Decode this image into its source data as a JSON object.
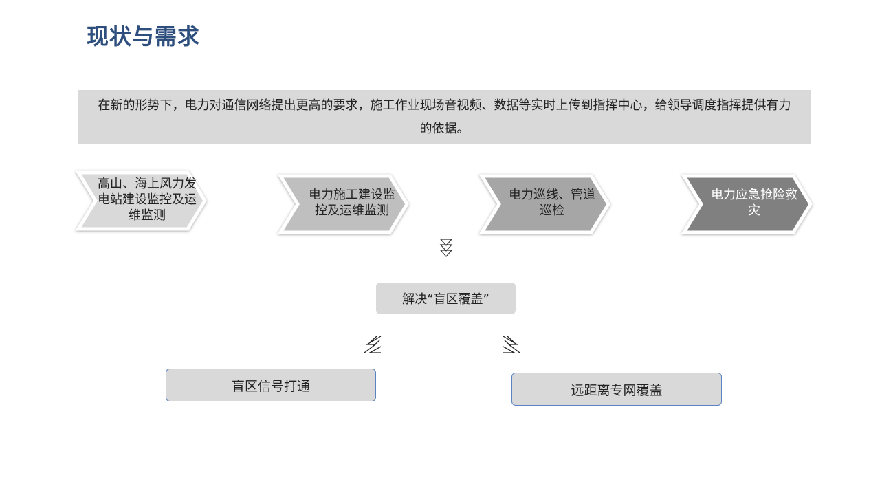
{
  "slide": {
    "title": "现状与需求",
    "intro": "在新的形势下，电力对通信网络提出更高的要求，施工作业现场音视频、数据等实时上传到指挥中心，给领导调度指挥提供有力的依据。",
    "scenarios": [
      {
        "label": "高山、海上风力发电站建设监控及运维监测",
        "fill": "#D9D9D9",
        "text_color": "#222222"
      },
      {
        "label": "电力施工建设监控及运维监测",
        "fill": "#BFBFBF",
        "text_color": "#222222"
      },
      {
        "label": "电力巡线、管道巡检",
        "fill": "#A6A6A6",
        "text_color": "#222222"
      },
      {
        "label": "电力应急抢险救灾",
        "fill": "#808080",
        "text_color": "#FFFFFF"
      }
    ],
    "solution": "解决“盲区覆盖”",
    "results": [
      "盲区信号打通",
      "远距离专网覆盖"
    ]
  },
  "colors": {
    "title": "#2E4F7E",
    "panel_gray": "#D9D9D9",
    "result_border": "#5B83C2"
  },
  "icons": {
    "flow_arrow": "double-chevron-down-icon",
    "branch_left": "lightning-bolt-left-icon",
    "branch_right": "lightning-bolt-right-icon"
  }
}
